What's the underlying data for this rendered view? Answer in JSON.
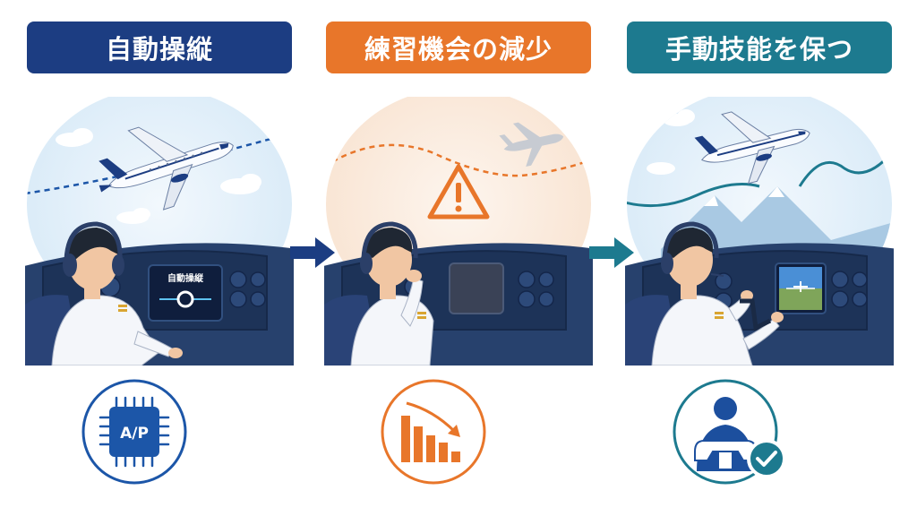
{
  "colors": {
    "blue": "#1c3d82",
    "orange": "#e8762a",
    "teal": "#1d7a8f"
  },
  "panels": [
    {
      "title": "自動操縦",
      "screen_label": "自動操縦",
      "icon_text": "A/P",
      "icon": "chip-icon"
    },
    {
      "title": "練習機会の減少",
      "icon": "declining-bar-chart-icon"
    },
    {
      "title": "手動技能を保つ",
      "icon": "pilot-yoke-check-icon"
    }
  ]
}
